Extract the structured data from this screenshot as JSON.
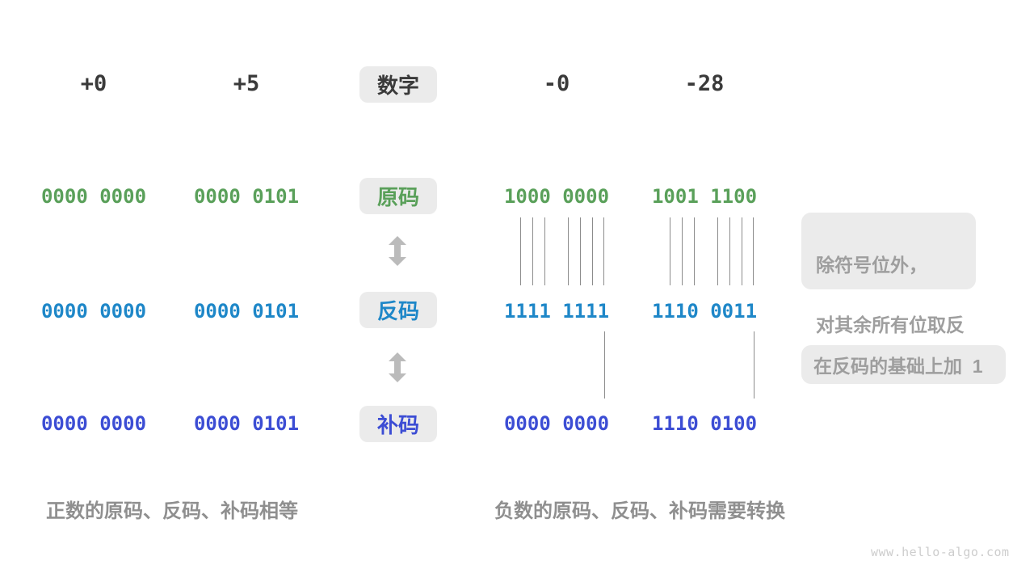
{
  "palette": {
    "green": "#5AA05A",
    "blue": "#1E87C8",
    "indigo": "#3C4DD4",
    "dark": "#3A3A3A",
    "box_bg": "#EBEBEB",
    "annotation_text": "#9E9E9E",
    "caption_text": "#8F8F8F",
    "tick_line": "#8C8C8C",
    "arrow": "#BBBBBB",
    "watermark_text": "#CDCDCD"
  },
  "header": {
    "number_label": "数字",
    "columns": [
      "+0",
      "+5",
      "-0",
      "-28"
    ]
  },
  "rows": [
    {
      "label": "原码",
      "values": [
        "0000 0000",
        "0000 0101",
        "1000 0000",
        "1001 1100"
      ]
    },
    {
      "label": "反码",
      "values": [
        "0000 0000",
        "0000 0101",
        "1111 1111",
        "1110 0011"
      ]
    },
    {
      "label": "补码",
      "values": [
        "0000 0000",
        "0000 0101",
        "0000 0000",
        "1110 0100"
      ]
    }
  ],
  "annotations": {
    "invert_line1": "除符号位外，",
    "invert_line2": "对其余所有位取反",
    "add_one": "在反码的基础上加  1"
  },
  "captions": {
    "positive": "正数的原码、反码、补码相等",
    "negative": "负数的原码、反码、补码需要转换"
  },
  "icons": {
    "convert_arrow": "up-down-double-arrow"
  },
  "page": {
    "watermark": "www.hello-algo.com"
  }
}
